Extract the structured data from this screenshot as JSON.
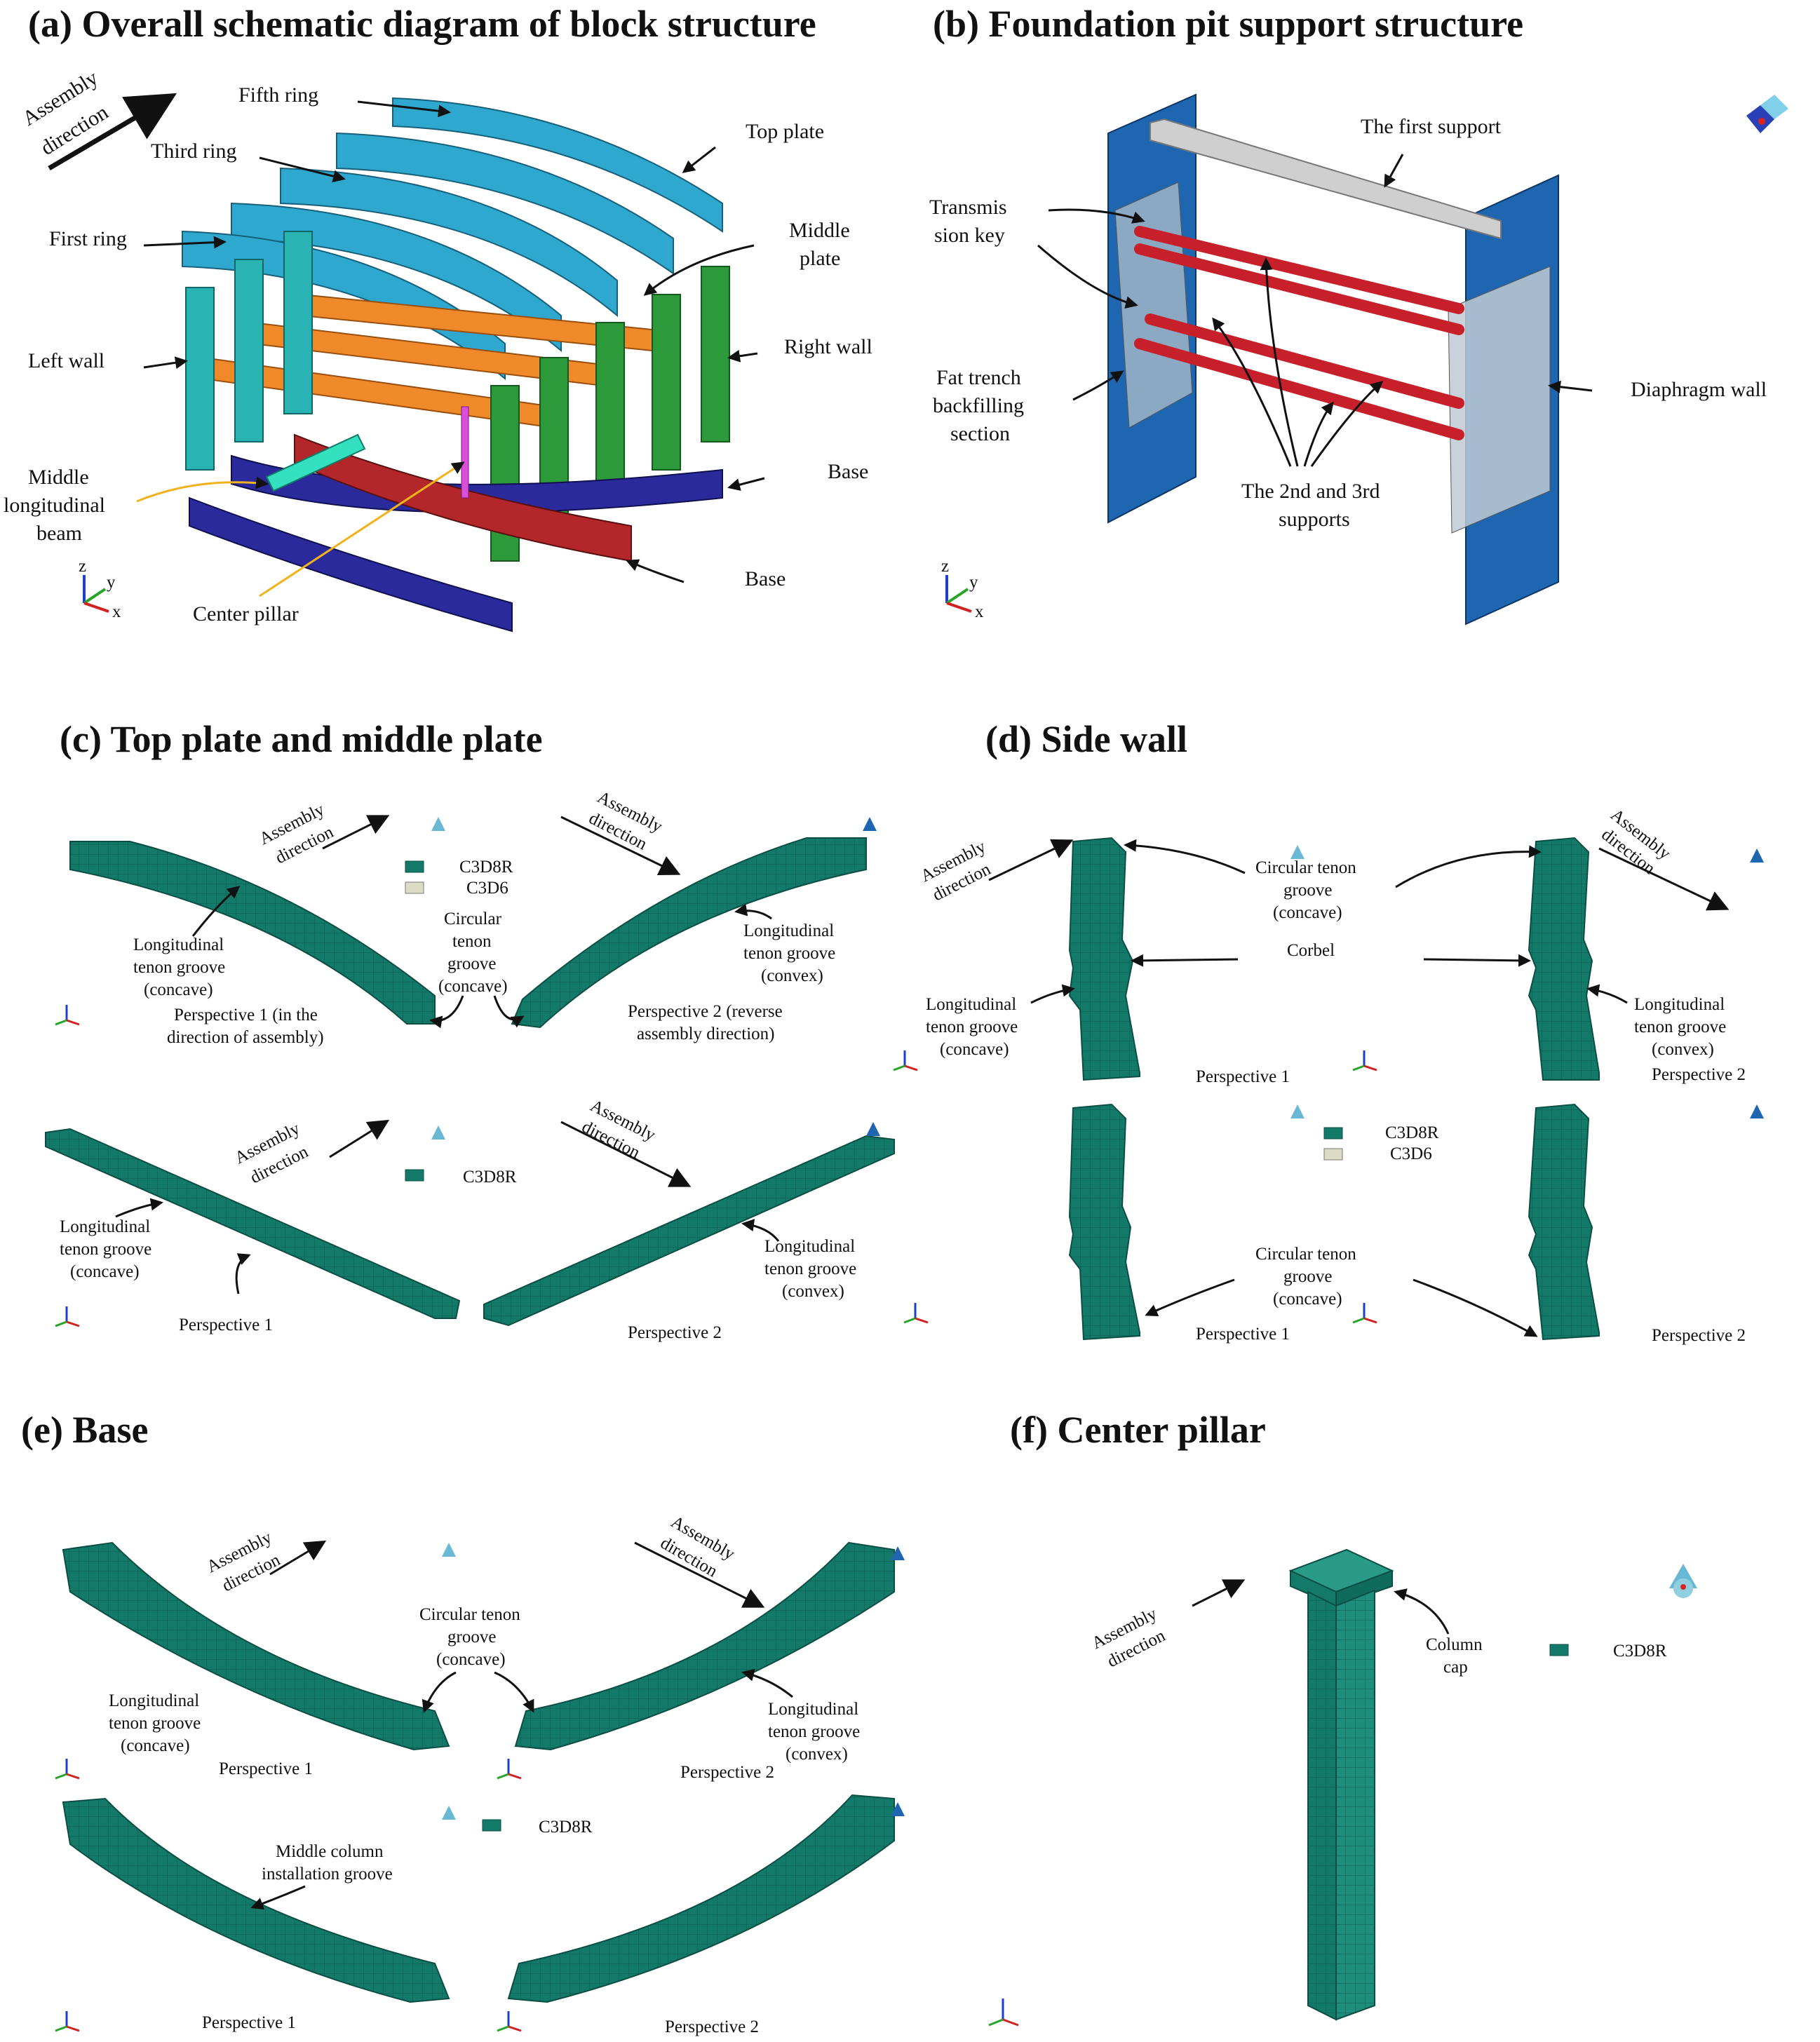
{
  "panels": {
    "a": {
      "title": "(a) Overall schematic diagram of block structure",
      "labels": {
        "assembly_direction": [
          "Assembly",
          "direction"
        ],
        "fifth_ring": "Fifth ring",
        "third_ring": "Third ring",
        "first_ring": "First ring",
        "top_plate": "Top plate",
        "middle_plate": [
          "Middle",
          "plate"
        ],
        "right_wall": "Right wall",
        "left_wall": "Left wall",
        "base_1": "Base",
        "base_2": "Base",
        "middle_longitudinal_beam": [
          "Middle",
          "longitudinal",
          "beam"
        ],
        "center_pillar": "Center pillar"
      }
    },
    "b": {
      "title": "(b) Foundation pit support structure",
      "labels": {
        "first_support": "The first support",
        "transmission_key": [
          "Transmis",
          "sion key"
        ],
        "fat_trench": [
          "Fat trench",
          "backfilling",
          "section"
        ],
        "diaphragm_wall": "Diaphragm wall",
        "supports_2_3": [
          "The 2nd and 3rd",
          "supports"
        ]
      }
    },
    "c": {
      "title": "(c) Top plate and middle plate",
      "labels": {
        "assembly_direction": [
          "Assembly",
          "direction"
        ],
        "legend_c3d8r": "C3D8R",
        "legend_c3d6": "C3D6",
        "long_groove_concave": [
          "Longitudinal",
          "tenon groove",
          "(concave)"
        ],
        "circular_groove": [
          "Circular",
          "tenon",
          "groove",
          "(concave)"
        ],
        "long_groove_convex": [
          "Longitudinal",
          "tenon groove",
          "(convex)"
        ],
        "perspective1_top": [
          "Perspective 1 (in the",
          "direction of assembly)"
        ],
        "perspective2_top": [
          "Perspective 2 (reverse",
          "assembly direction)"
        ],
        "perspective1": "Perspective 1",
        "perspective2": "Perspective 2"
      }
    },
    "d": {
      "title": "(d) Side wall",
      "labels": {
        "assembly_direction": [
          "Assembly",
          "direction"
        ],
        "circular_groove": [
          "Circular tenon",
          "groove",
          "(concave)"
        ],
        "corbel": "Corbel",
        "long_groove_concave": [
          "Longitudinal",
          "tenon groove",
          "(concave)"
        ],
        "long_groove_convex": [
          "Longitudinal",
          "tenon groove",
          "(convex)"
        ],
        "perspective1": "Perspective 1",
        "perspective2": "Perspective 2",
        "legend_c3d8r": "C3D8R",
        "legend_c3d6": "C3D6"
      }
    },
    "e": {
      "title": "(e) Base",
      "labels": {
        "assembly_direction": [
          "Assembly",
          "direction"
        ],
        "circular_groove": [
          "Circular tenon",
          "groove",
          "(concave)"
        ],
        "long_groove_concave": [
          "Longitudinal",
          "tenon groove",
          "(concave)"
        ],
        "long_groove_convex": [
          "Longitudinal",
          "tenon groove",
          "(convex)"
        ],
        "perspective1": "Perspective 1",
        "perspective2": "Perspective 2",
        "legend_c3d8r": "C3D8R",
        "middle_column_groove": [
          "Middle column",
          "installation groove"
        ]
      }
    },
    "f": {
      "title": "(f) Center pillar",
      "labels": {
        "assembly_direction": [
          "Assembly",
          "direction"
        ],
        "column_cap": [
          "Column",
          "cap"
        ],
        "legend_c3d8r": "C3D8R"
      }
    }
  },
  "colors": {
    "ring": "#2fa8cf",
    "plate": "#f0892a",
    "left_wall": "#2ab3b3",
    "right_wall": "#2c9a3a",
    "base_blue": "#2a2a9c",
    "base_red": "#b3262a",
    "beam": "#33e0c0",
    "pillar": "#d94fd9",
    "mesh_teal": "#137a6a",
    "support_red": "#c8202a",
    "diaphragm": "#1f66b0",
    "first_support": "#cfcfcf"
  },
  "axis_letters": {
    "z": "z",
    "y": "y",
    "x": "x"
  }
}
